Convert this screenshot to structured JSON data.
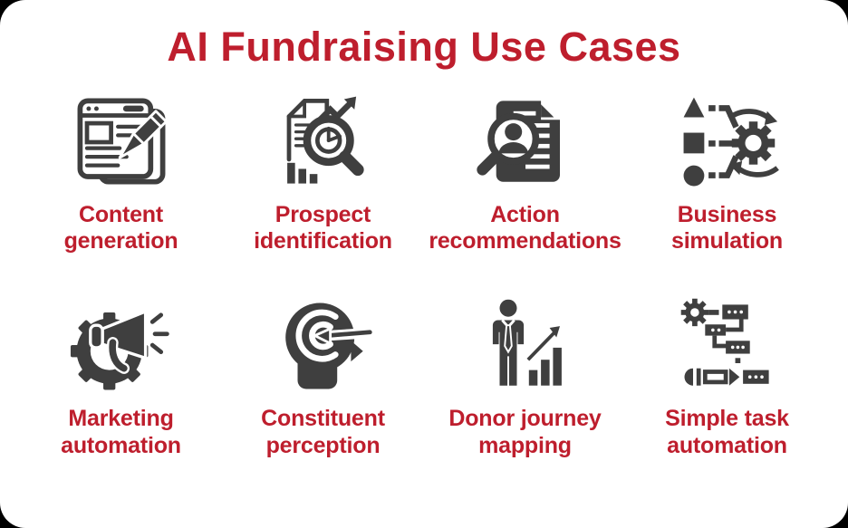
{
  "title": {
    "text": "AI Fundraising Use Cases"
  },
  "colors": {
    "accent_red": "#BE1E2D",
    "icon_gray": "#3F3F3F",
    "frame_black": "#000000",
    "card_white": "#FFFFFF"
  },
  "use_cases": [
    {
      "icon": "content-generation-icon",
      "label_line1": "Content",
      "label_line2": "generation"
    },
    {
      "icon": "prospect-identification-icon",
      "label_line1": "Prospect",
      "label_line2": "identification"
    },
    {
      "icon": "action-recommendations-icon",
      "label_line1": "Action",
      "label_line2": "recommendations"
    },
    {
      "icon": "business-simulation-icon",
      "label_line1": "Business",
      "label_line2": "simulation"
    },
    {
      "icon": "marketing-automation-icon",
      "label_line1": "Marketing",
      "label_line2": "automation"
    },
    {
      "icon": "constituent-perception-icon",
      "label_line1": "Constituent",
      "label_line2": "perception"
    },
    {
      "icon": "donor-journey-mapping-icon",
      "label_line1": "Donor journey",
      "label_line2": "mapping"
    },
    {
      "icon": "simple-task-automation-icon",
      "label_line1": "Simple task",
      "label_line2": "automation"
    }
  ]
}
